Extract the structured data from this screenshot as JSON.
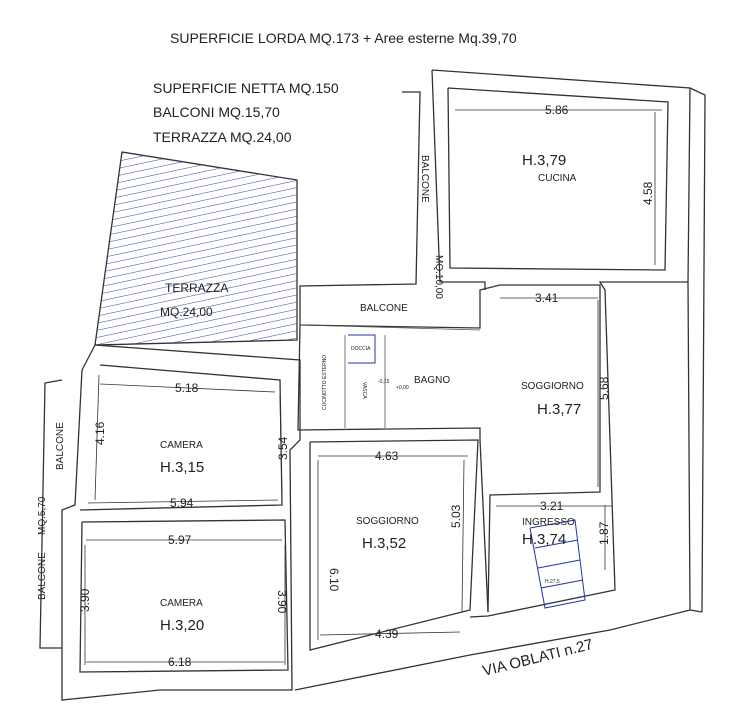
{
  "header": {
    "gross_area": "SUPERFICIE LORDA MQ.173 + Aree esterne Mq.39,70",
    "net_area": "SUPERFICIE NETTA MQ.150",
    "balconies": "BALCONI MQ.15,70",
    "terrace": "TERRAZZA MQ.24,00"
  },
  "rooms": {
    "terrazza": {
      "name": "TERRAZZA",
      "area": "MQ.24,00"
    },
    "cucina": {
      "name": "CUCINA",
      "height": "H.3,79",
      "dim_w": "5.86",
      "dim_h": "4.58"
    },
    "balcone_cucina": {
      "name": "BALCONE",
      "area": "MQ.10,00"
    },
    "balcone_mid": {
      "name": "BALCONE"
    },
    "bagno": {
      "name": "BAGNO",
      "doccia": "DOCCIA",
      "vasca": "VASCA",
      "cavedio": "CUCINOTTO ESTERNO",
      "level1": "+0,00",
      "level2": "-0,15"
    },
    "soggiorno_right": {
      "name": "SOGGIORNO",
      "height": "H.3,77",
      "dim_w": "3.41",
      "dim_h": "5.68"
    },
    "camera_top": {
      "name": "CAMERA",
      "height": "H.3,15",
      "dim_top": "5.18",
      "dim_bottom": "5.94",
      "dim_left": "4.16",
      "dim_right": "3.54"
    },
    "balcone_left": {
      "name": "BALCONE",
      "name2": "BALCONE",
      "area": "MQ.5,70"
    },
    "soggiorno_center": {
      "name": "SOGGIORNO",
      "height": "H.3,52",
      "dim_top": "4.63",
      "dim_bottom": "4.39",
      "dim_left": "6.10",
      "dim_right": "5.03"
    },
    "ingresso": {
      "name": "INGRESSO",
      "height": "H.3,74",
      "dim_w": "3.21",
      "dim_h": "1.87",
      "stair": "H.27,5"
    },
    "camera_bottom": {
      "name": "CAMERA",
      "height": "H.3,20",
      "dim_top": "5.97",
      "dim_bottom": "6.18",
      "dim_left": "3.90",
      "dim_right": "3.90"
    }
  },
  "street": "VIA OBLATI n.27"
}
